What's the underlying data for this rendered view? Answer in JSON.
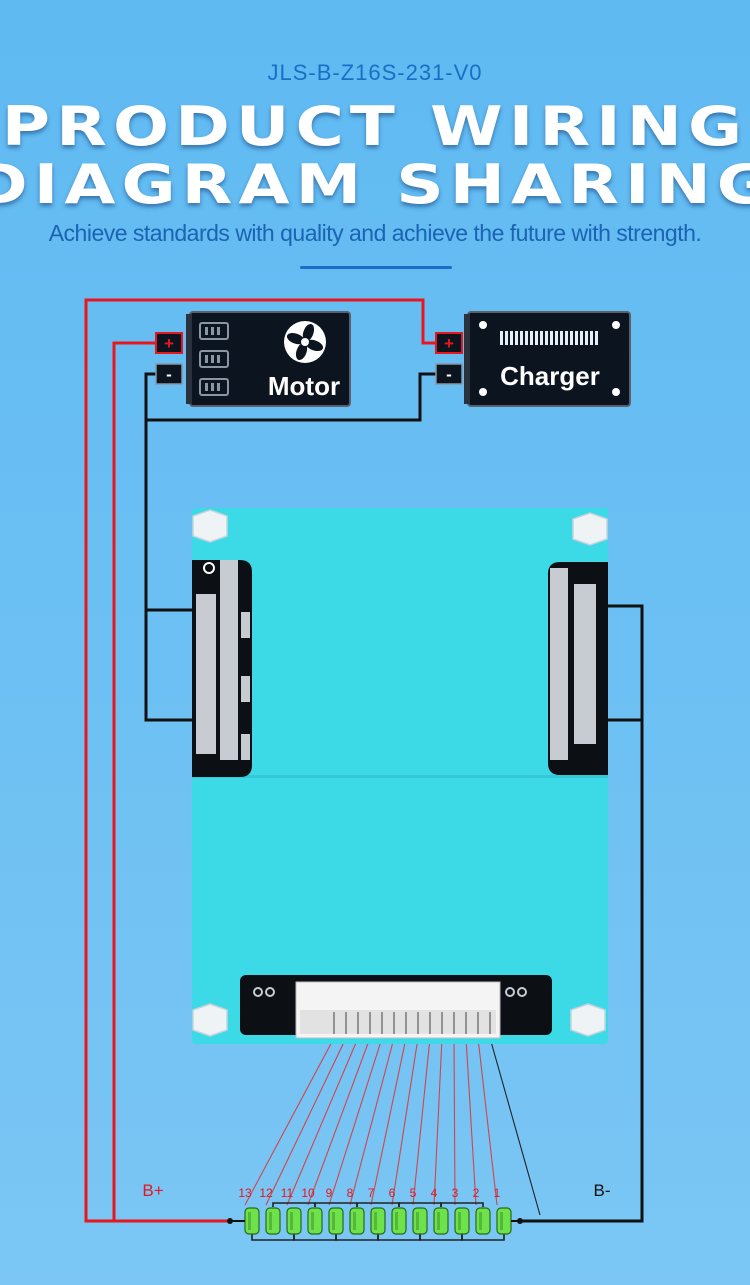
{
  "header": {
    "model": "JLS-B-Z16S-231-V0",
    "title_line1": "PRODUCT WIRING",
    "title_line2": "DIAGRAM SHARING",
    "tagline": "Achieve standards with quality and achieve the future with strength."
  },
  "devices": {
    "motor": {
      "label": "Motor",
      "plus": "+",
      "minus": "-"
    },
    "charger": {
      "label": "Charger",
      "plus": "+",
      "minus": "-"
    }
  },
  "battery": {
    "bplus": "B+",
    "bminus": "B-",
    "cell_numbers": [
      "13",
      "12",
      "11",
      "10",
      "9",
      "8",
      "7",
      "6",
      "5",
      "4",
      "3",
      "2",
      "1"
    ]
  },
  "colors": {
    "wire_positive": "#e8161d",
    "wire_negative": "#111111",
    "board": "#3cd9e6",
    "cell": "#6ee24a",
    "accent": "#1a6fc4"
  }
}
